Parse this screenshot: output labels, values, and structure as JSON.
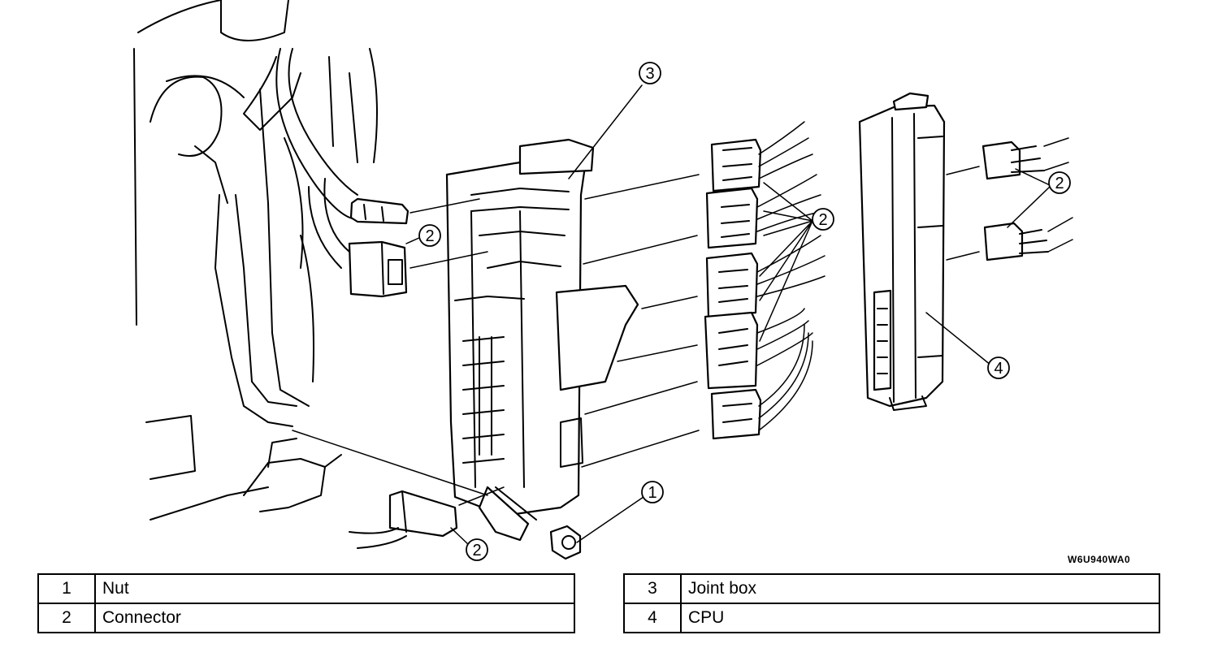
{
  "figure_code": "W6U940WA0",
  "callouts": {
    "nut": "1",
    "connector": "2",
    "joint_box": "3",
    "cpu": "4"
  },
  "legend_left": [
    {
      "num": "1",
      "label": "Nut"
    },
    {
      "num": "2",
      "label": "Connector"
    }
  ],
  "legend_right": [
    {
      "num": "3",
      "label": "Joint box"
    },
    {
      "num": "4",
      "label": "CPU"
    }
  ]
}
